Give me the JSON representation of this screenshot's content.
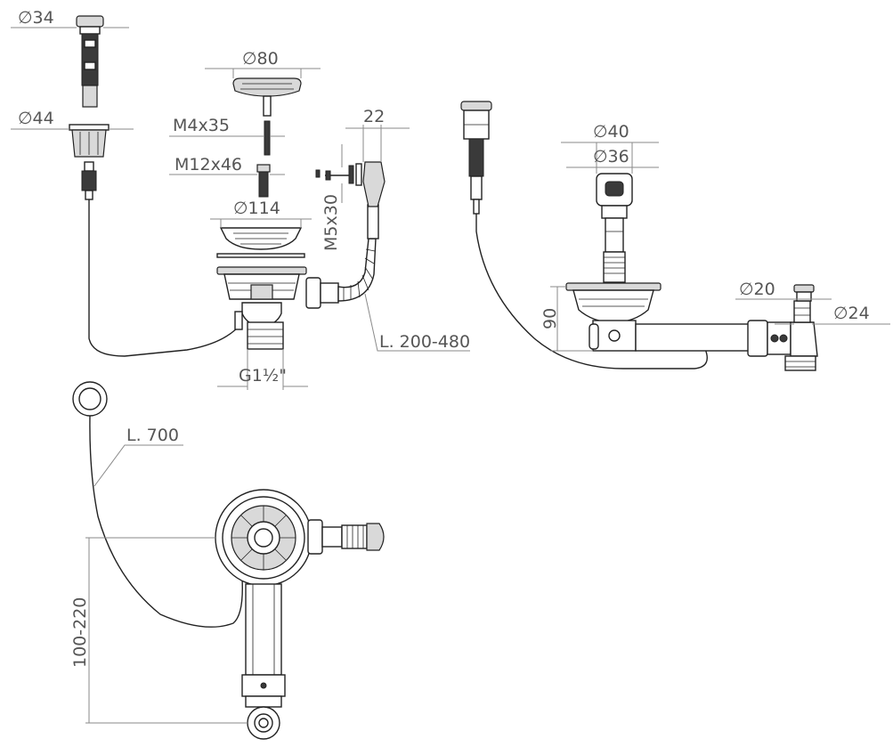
{
  "labels": {
    "d34": "∅34",
    "d44": "∅44",
    "d80": "∅80",
    "m4x35": "M4x35",
    "m12x46": "M12x46",
    "d114": "∅114",
    "dim22": "22",
    "m5x30": "M5x30",
    "l200_480": "L. 200-480",
    "g1half": "G1½\"",
    "d40": "∅40",
    "d36": "∅36",
    "d20": "∅20",
    "d24": "∅24",
    "dim90": "90",
    "l700": "L. 700",
    "dim100_220": "100-220"
  }
}
